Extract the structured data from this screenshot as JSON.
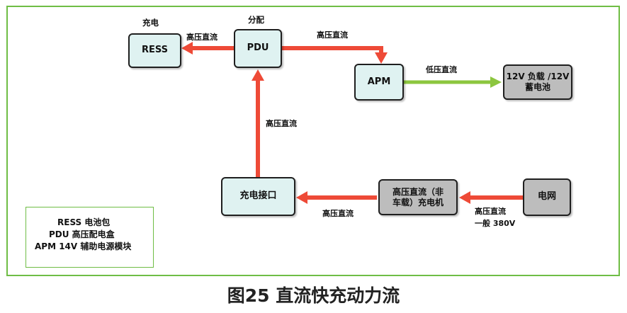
{
  "boxes": {
    "ress": "RESS",
    "pdu": "PDU",
    "apm": "APM",
    "load_line1": "12V 负载 /12V",
    "load_line2": "蓄电池",
    "port": "充电接口",
    "charger_line1": "高压直流（非",
    "charger_line2": "车载）充电机",
    "grid": "电网"
  },
  "labels": {
    "charge": "充电",
    "distribute": "分配",
    "hv_pdu_ress": "高压直流",
    "hv_pdu_apm": "高压直流",
    "lv_apm_load": "低压直流",
    "hv_port_pdu": "高压直流",
    "hv_charger_port": "高压直流",
    "hv_grid_charger": "高压直流",
    "grid_voltage": "一般 380V"
  },
  "legend": {
    "line1": "RESS  电池包",
    "line2": "PDU   高压配电盒",
    "line3": "APM   14V 辅助电源模块"
  },
  "caption": "图25 直流快充动力流",
  "colors": {
    "frame": "#6fbd45",
    "hv_arrow": "#ee4a37",
    "lv_arrow": "#8cc63f",
    "box_light": "#dff2f1",
    "box_gray": "#bdbdbd"
  }
}
